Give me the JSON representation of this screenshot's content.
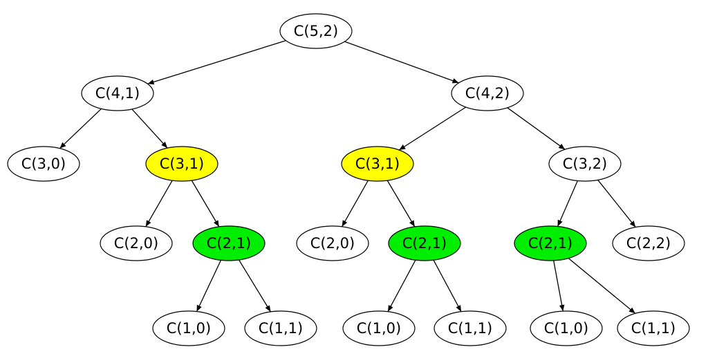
{
  "diagram": {
    "colors": {
      "default_fill": "#ffffff",
      "repeat_once": "#ffff00",
      "repeat_twice": "#00ee00",
      "stroke": "#000000"
    },
    "nodes": [
      {
        "id": "n52",
        "label": "C(5,2)",
        "fill": "default"
      },
      {
        "id": "n41",
        "label": "C(4,1)",
        "fill": "default"
      },
      {
        "id": "n42",
        "label": "C(4,2)",
        "fill": "default"
      },
      {
        "id": "n30",
        "label": "C(3,0)",
        "fill": "default"
      },
      {
        "id": "n31a",
        "label": "C(3,1)",
        "fill": "repeat_once"
      },
      {
        "id": "n31b",
        "label": "C(3,1)",
        "fill": "repeat_once"
      },
      {
        "id": "n32",
        "label": "C(3,2)",
        "fill": "default"
      },
      {
        "id": "n20a",
        "label": "C(2,0)",
        "fill": "default"
      },
      {
        "id": "n21a",
        "label": "C(2,1)",
        "fill": "repeat_twice"
      },
      {
        "id": "n20b",
        "label": "C(2,0)",
        "fill": "default"
      },
      {
        "id": "n21b",
        "label": "C(2,1)",
        "fill": "repeat_twice"
      },
      {
        "id": "n21c",
        "label": "C(2,1)",
        "fill": "repeat_twice"
      },
      {
        "id": "n22",
        "label": "C(2,2)",
        "fill": "default"
      },
      {
        "id": "n10a",
        "label": "C(1,0)",
        "fill": "default"
      },
      {
        "id": "n11a",
        "label": "C(1,1)",
        "fill": "default"
      },
      {
        "id": "n10b",
        "label": "C(1,0)",
        "fill": "default"
      },
      {
        "id": "n11b",
        "label": "C(1,1)",
        "fill": "default"
      },
      {
        "id": "n10c",
        "label": "C(1,0)",
        "fill": "default"
      },
      {
        "id": "n11c",
        "label": "C(1,1)",
        "fill": "default"
      }
    ],
    "edges": [
      {
        "from": "n52",
        "to": "n41"
      },
      {
        "from": "n52",
        "to": "n42"
      },
      {
        "from": "n41",
        "to": "n30"
      },
      {
        "from": "n41",
        "to": "n31a"
      },
      {
        "from": "n42",
        "to": "n31b"
      },
      {
        "from": "n42",
        "to": "n32"
      },
      {
        "from": "n31a",
        "to": "n20a"
      },
      {
        "from": "n31a",
        "to": "n21a"
      },
      {
        "from": "n31b",
        "to": "n20b"
      },
      {
        "from": "n31b",
        "to": "n21b"
      },
      {
        "from": "n32",
        "to": "n21c"
      },
      {
        "from": "n32",
        "to": "n22"
      },
      {
        "from": "n21a",
        "to": "n10a"
      },
      {
        "from": "n21a",
        "to": "n11a"
      },
      {
        "from": "n21b",
        "to": "n10b"
      },
      {
        "from": "n21b",
        "to": "n11b"
      },
      {
        "from": "n21c",
        "to": "n10c"
      },
      {
        "from": "n21c",
        "to": "n11c"
      }
    ]
  }
}
